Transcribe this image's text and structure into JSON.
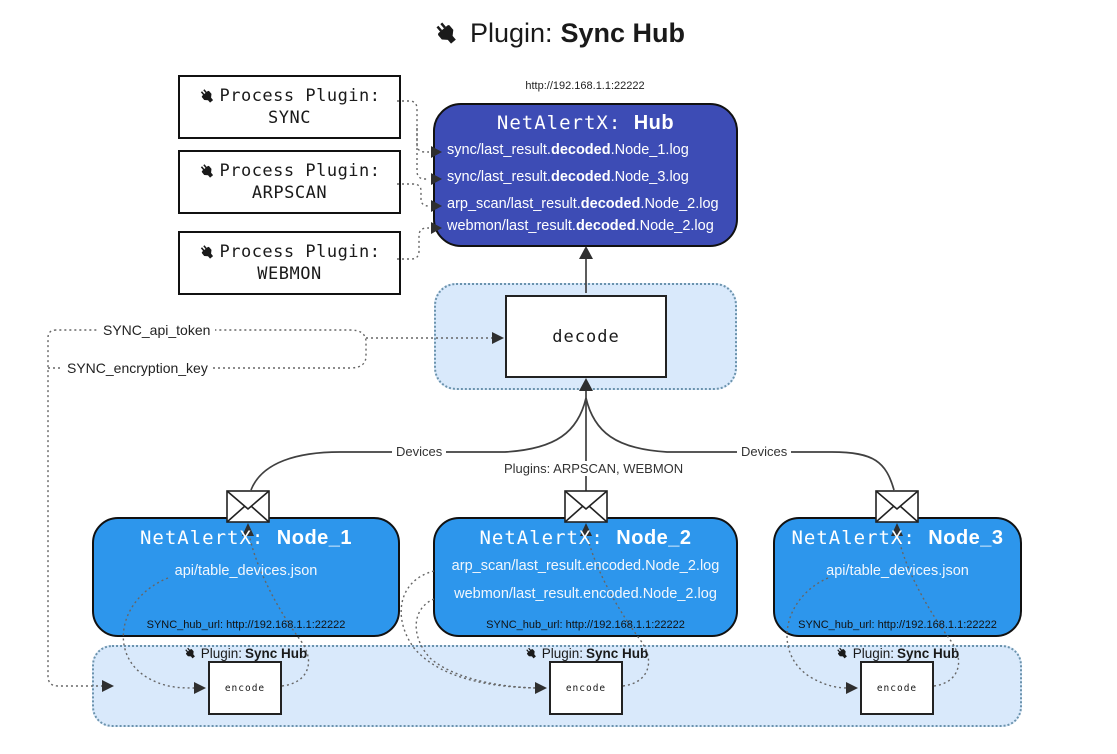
{
  "title": {
    "prefix": "Plugin:",
    "name": "Sync Hub"
  },
  "process_plugins": [
    {
      "line1": "Process Plugin:",
      "line2": "SYNC"
    },
    {
      "line1": "Process Plugin:",
      "line2": "ARPSCAN"
    },
    {
      "line1": "Process Plugin:",
      "line2": "WEBMON"
    }
  ],
  "hub": {
    "url": "http://192.168.1.1:22222",
    "name_prefix": "NetAlertX:",
    "name": "Hub",
    "rows": [
      {
        "pre": "sync/last_result.",
        "bold": "decoded",
        "post": ".Node_1.log"
      },
      {
        "pre": "sync/last_result.",
        "bold": "decoded",
        "post": ".Node_3.log"
      },
      {
        "pre": "arp_scan/last_result.",
        "bold": "decoded",
        "post": ".Node_2.log"
      },
      {
        "pre": "webmon/last_result.",
        "bold": "decoded",
        "post": ".Node_2.log"
      }
    ]
  },
  "decode_box": {
    "label": "decode"
  },
  "config_labels": {
    "api_token": "SYNC_api_token",
    "encryption_key": "SYNC_encryption_key"
  },
  "edge_labels": {
    "devices_left": "Devices",
    "devices_right": "Devices",
    "plugins_mid": "Plugins: ARPSCAN, WEBMON"
  },
  "nodes": [
    {
      "name_prefix": "NetAlertX:",
      "name": "Node_1",
      "files": [
        "api/table_devices.json"
      ],
      "hub_url": "SYNC_hub_url: http://192.168.1.1:22222"
    },
    {
      "name_prefix": "NetAlertX:",
      "name": "Node_2",
      "files": [
        "arp_scan/last_result.encoded.Node_2.log",
        "webmon/last_result.encoded.Node_2.log"
      ],
      "hub_url": "SYNC_hub_url: http://192.168.1.1:22222"
    },
    {
      "name_prefix": "NetAlertX:",
      "name": "Node_3",
      "files": [
        "api/table_devices.json"
      ],
      "hub_url": "SYNC_hub_url: http://192.168.1.1:22222"
    }
  ],
  "encode_plugins": [
    {
      "prefix": "Plugin:",
      "name": "Sync Hub",
      "box_label": "encode"
    },
    {
      "prefix": "Plugin:",
      "name": "Sync Hub",
      "box_label": "encode"
    },
    {
      "prefix": "Plugin:",
      "name": "Sync Hub",
      "box_label": "encode"
    }
  ],
  "colors": {
    "hub_fill": "#3d4cb5",
    "node_fill": "#2d96ec",
    "panel_fill": "#d9e9fb",
    "panel_border": "#6b93ad",
    "line": "#404040",
    "text_light": "#ffffff",
    "text_dark": "#1a1a1a"
  }
}
